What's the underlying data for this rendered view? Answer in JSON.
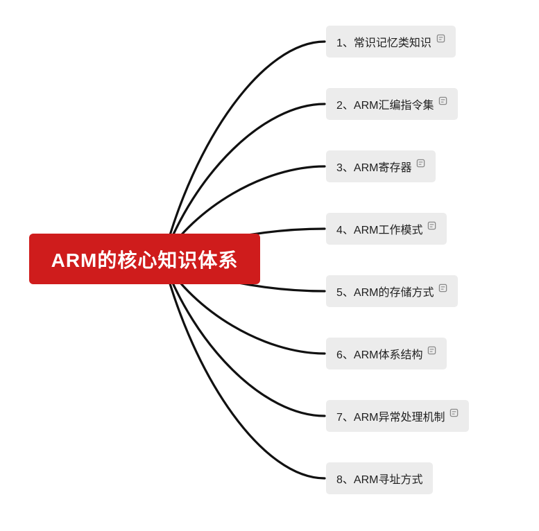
{
  "root": {
    "label": "ARM的核心知识体系"
  },
  "branches": [
    {
      "label": "1、常识记忆类知识",
      "has_note": true
    },
    {
      "label": "2、ARM汇编指令集",
      "has_note": true
    },
    {
      "label": "3、ARM寄存器",
      "has_note": true
    },
    {
      "label": "4、ARM工作模式",
      "has_note": true
    },
    {
      "label": "5、ARM的存储方式",
      "has_note": true
    },
    {
      "label": "6、ARM体系结构",
      "has_note": true
    },
    {
      "label": "7、ARM异常处理机制",
      "has_note": true
    },
    {
      "label": "8、ARM寻址方式",
      "has_note": false
    }
  ],
  "colors": {
    "root_bg": "#cf1c1c",
    "root_text": "#ffffff",
    "branch_bg": "#ececec",
    "branch_text": "#1f1f1f",
    "line": "#111111",
    "note_icon": "#8a8a8a"
  }
}
